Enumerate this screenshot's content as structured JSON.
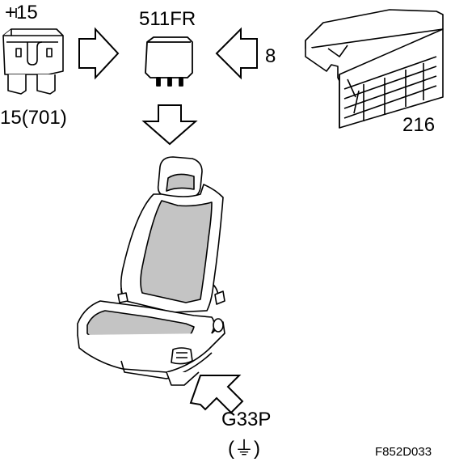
{
  "labels": {
    "fuse_voltage": "+15",
    "fuse_id": "15(701)",
    "relay_id": "511FR",
    "relay_input": "8",
    "control_unit_id": "216",
    "ground_point": "G33P",
    "ground_symbol": "(⏚)",
    "figure_code": "F852D033"
  },
  "colors": {
    "line": "#000000",
    "background": "#ffffff",
    "seat_fill": "#c4c4c4",
    "outline_fill": "#ffffff"
  },
  "icons": {
    "fuse": "blade-fuse-icon",
    "relay": "relay-icon",
    "control_unit": "control-unit-icon",
    "seat": "power-seat-icon",
    "arrows": "hollow-arrow-icon"
  }
}
